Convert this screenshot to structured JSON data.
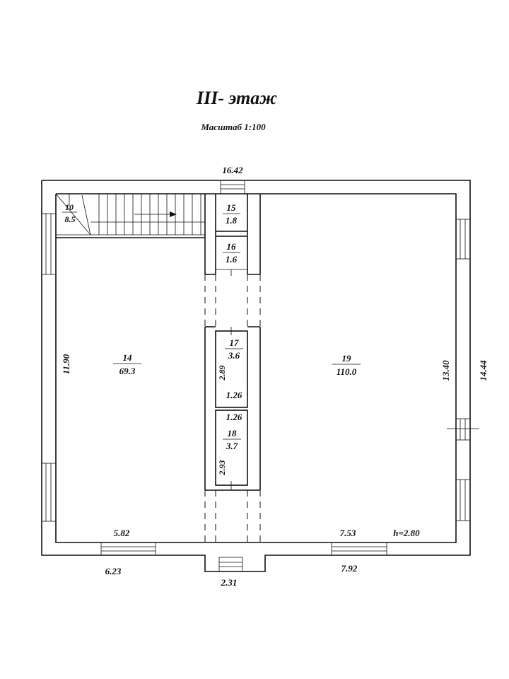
{
  "title": "III- этаж",
  "scale": "Масштаб 1:100",
  "rooms": [
    {
      "id": "room-10",
      "number": "10",
      "area": "8.5"
    },
    {
      "id": "room-14",
      "number": "14",
      "area": "69.3"
    },
    {
      "id": "room-15",
      "number": "15",
      "area": "1.8"
    },
    {
      "id": "room-16",
      "number": "16",
      "area": "1.6"
    },
    {
      "id": "room-17",
      "number": "17",
      "area": "3.6"
    },
    {
      "id": "room-18",
      "number": "18",
      "area": "3.7"
    },
    {
      "id": "room-19",
      "number": "19",
      "area": "110.0"
    }
  ],
  "dimensions": {
    "top_width": "16.42",
    "left_height": "11.90",
    "right_inner_height": "13.40",
    "right_outer_height": "14.44",
    "bottom_left_inner": "5.82",
    "bottom_left_outer": "6.23",
    "bottom_right_inner": "7.53",
    "bottom_right_outer": "7.92",
    "bottom_center": "2.31",
    "ceiling_height": "h=2.80",
    "room17_height": "2.89",
    "room17_width": "1.26",
    "room18_width": "1.26",
    "room18_height": "2.93"
  }
}
